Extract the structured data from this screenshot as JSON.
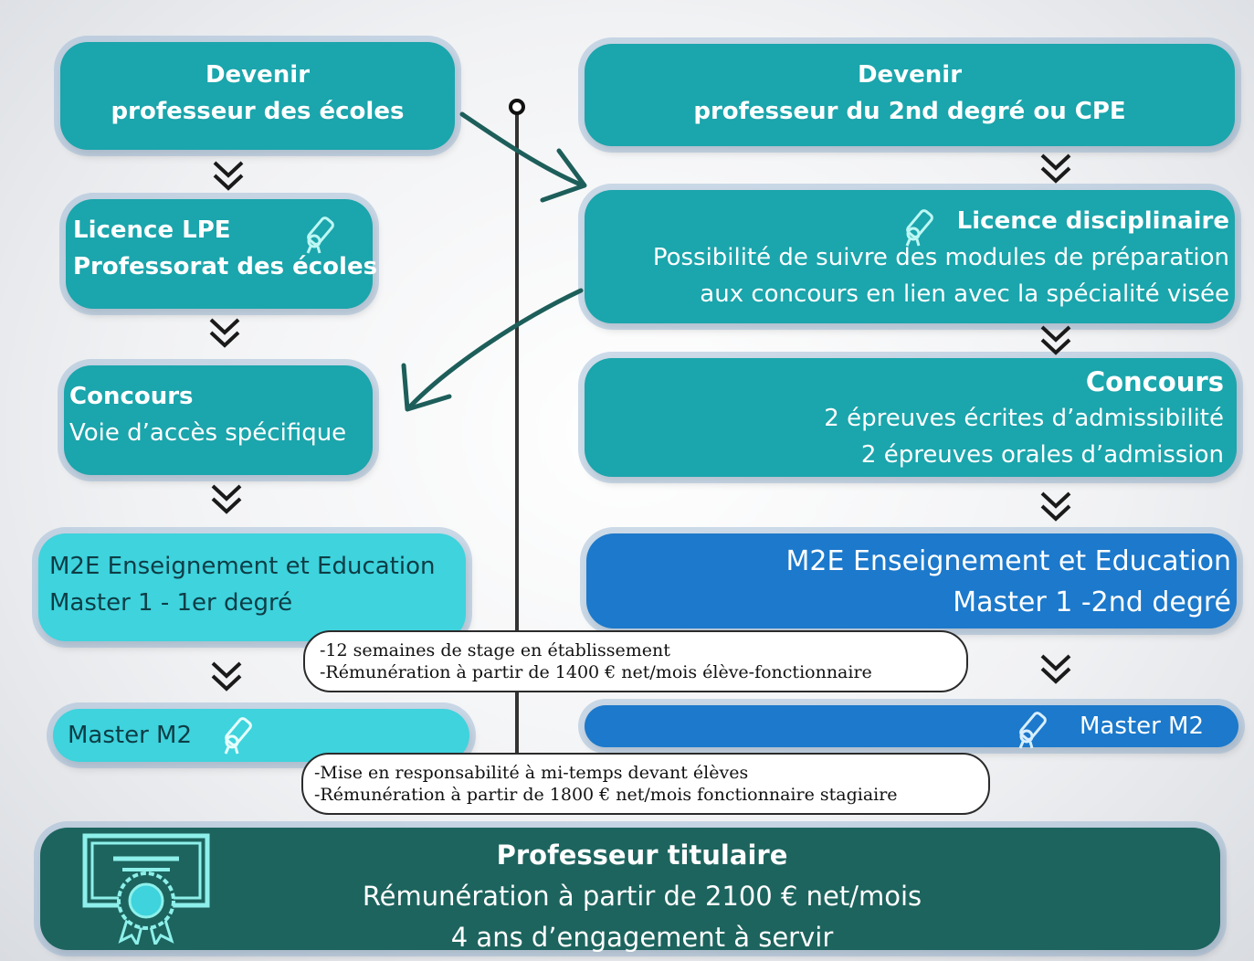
{
  "left": {
    "title_line1": "Devenir",
    "title_line2": "professeur des écoles",
    "licence_title": "Licence LPE",
    "licence_subtitle": "Professorat des écoles",
    "concours_title": "Concours",
    "concours_subtitle": "Voie d’accès spécifique",
    "m2e_line1": "M2E Enseignement et Education",
    "m2e_line2": "Master 1 - 1er degré",
    "master2": "Master M2"
  },
  "right": {
    "title_line1": "Devenir",
    "title_line2": "professeur du 2nd degré ou CPE",
    "licence_title": "Licence disciplinaire",
    "licence_line1": "Possibilité de suivre des modules de préparation",
    "licence_line2": "aux concours en lien avec la spécialité visée",
    "concours_title": "Concours",
    "concours_line1": "2 épreuves écrites d’admissibilité",
    "concours_line2": "2 épreuves orales d’admission",
    "m2e_line1": "M2E Enseignement et Education",
    "m2e_line2": "Master 1 -2nd degré",
    "master2": "Master M2"
  },
  "notes": {
    "note1_line1": "-12 semaines de stage en établissement",
    "note1_line2": "-Rémunération à partir de 1400 € net/mois élève-fonctionnaire",
    "note2_line1": "-Mise en responsabilité à mi-temps devant élèves",
    "note2_line2": "-Rémunération à partir de 1800 € net/mois fonctionnaire stagiaire"
  },
  "bottom": {
    "title": "Professeur titulaire",
    "line1": "Rémunération à partir de 2100 € net/mois",
    "line2": "4 ans d’engagement à servir"
  },
  "icons": {
    "diploma": "diploma-scroll-icon",
    "certificate": "certificate-icon",
    "chevron": "double-chevron-down-icon"
  },
  "colors": {
    "teal": "#1ba5ac",
    "cyan": "#3ed3dd",
    "blue": "#1c79cb",
    "dark_green": "#1d645e",
    "arrow": "#1d5e5a"
  }
}
